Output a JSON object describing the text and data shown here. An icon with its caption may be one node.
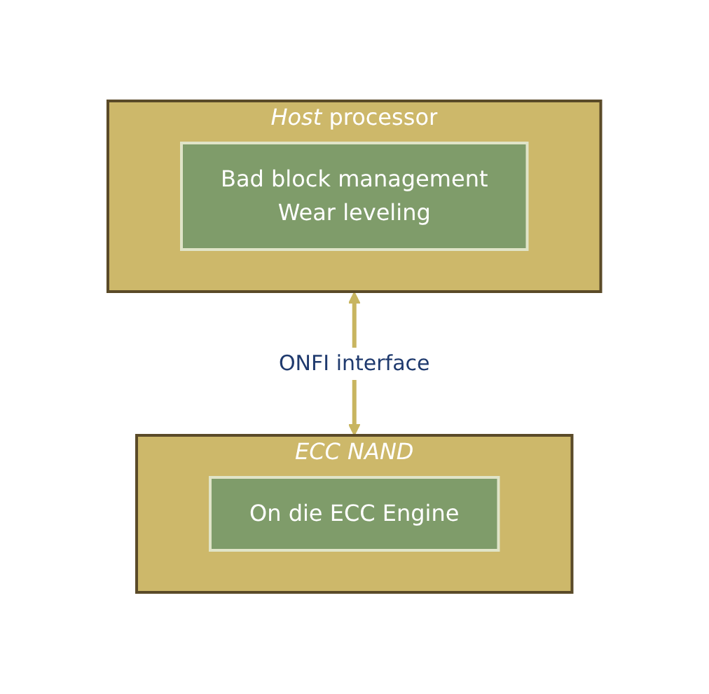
{
  "diagram": {
    "nodes": [
      {
        "text": [
          "*Host* processor"
        ]
      },
      {
        "text": [
          "Bad block management Wear leveling"
        ],
        "in": 0
      },
      {
        "text": [
          "ECC NAND"
        ]
      },
      {
        "text": [
          "On die ECC Engine"
        ],
        "in": 2
      }
    ],
    "edges": [
      {
        "from": 0,
        "to": 2,
        "arrow": "both",
        "label": "ONFI interface",
        "color": "#c8b560"
      }
    ]
  }
}
